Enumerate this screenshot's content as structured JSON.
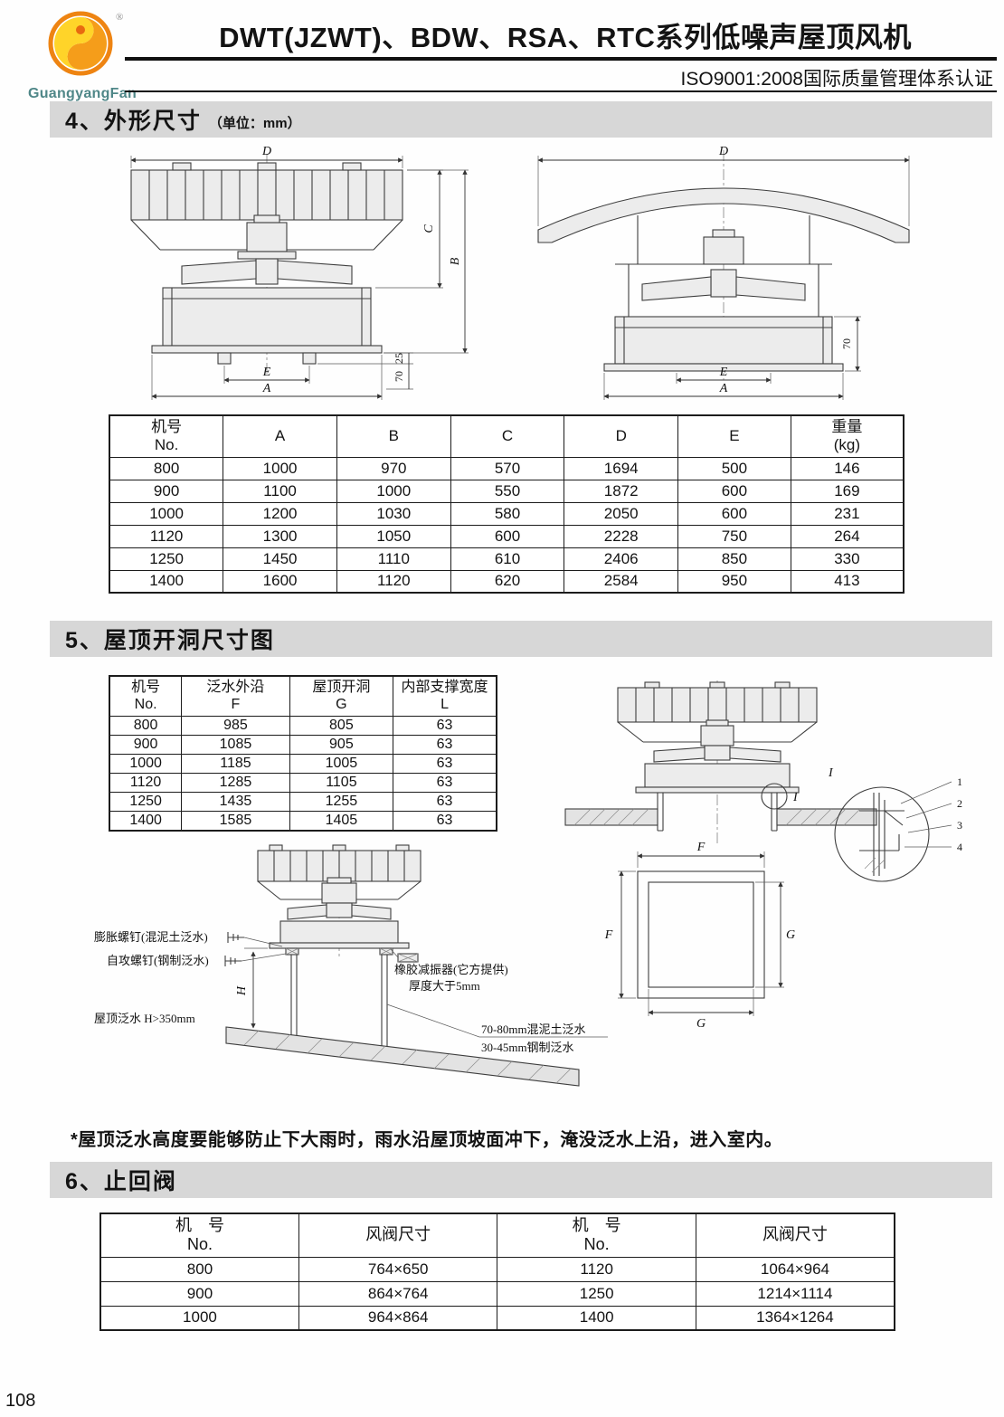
{
  "header": {
    "logo_name": "GuangyangFan",
    "reg_mark": "®",
    "title": "DWT(JZWT)、BDW、RSA、RTC系列低噪声屋顶风机",
    "subtitle": "ISO9001:2008国际质量管理体系认证"
  },
  "section4": {
    "heading": "4、外形尺寸",
    "unit": "（单位：mm）",
    "front_view": {
      "dim_d": "D",
      "dim_c": "C",
      "dim_b": "B",
      "dim_e": "E",
      "dim_a": "A",
      "dim_25": "25",
      "dim_70": "70"
    },
    "side_view": {
      "dim_d": "D",
      "dim_e": "E",
      "dim_a": "A",
      "dim_70": "70"
    },
    "table": {
      "h_no": "机号\nNo.",
      "h_a": "A",
      "h_b": "B",
      "h_c": "C",
      "h_d": "D",
      "h_e": "E",
      "h_w": "重量\n(kg)",
      "rows": [
        [
          "800",
          "1000",
          "970",
          "570",
          "1694",
          "500",
          "146"
        ],
        [
          "900",
          "1100",
          "1000",
          "550",
          "1872",
          "600",
          "169"
        ],
        [
          "1000",
          "1200",
          "1030",
          "580",
          "2050",
          "600",
          "231"
        ],
        [
          "1120",
          "1300",
          "1050",
          "600",
          "2228",
          "750",
          "264"
        ],
        [
          "1250",
          "1450",
          "1110",
          "610",
          "2406",
          "850",
          "330"
        ],
        [
          "1400",
          "1600",
          "1120",
          "620",
          "2584",
          "950",
          "413"
        ]
      ]
    }
  },
  "section5": {
    "heading": "5、屋顶开洞尺寸图",
    "table": {
      "h_no": "机号\nNo.",
      "h_f": "泛水外沿\nF",
      "h_g": "屋顶开洞\nG",
      "h_l": "内部支撑宽度\nL",
      "rows": [
        [
          "800",
          "985",
          "805",
          "63"
        ],
        [
          "900",
          "1085",
          "905",
          "63"
        ],
        [
          "1000",
          "1185",
          "1005",
          "63"
        ],
        [
          "1120",
          "1285",
          "1105",
          "63"
        ],
        [
          "1250",
          "1435",
          "1255",
          "63"
        ],
        [
          "1400",
          "1585",
          "1405",
          "63"
        ]
      ]
    },
    "roof_view": {
      "detail_mark": "I"
    },
    "detail_view": {
      "mark": "I",
      "n1": "1",
      "n2": "2",
      "n3": "3",
      "n4": "4"
    },
    "plan_view": {
      "dim_f_top": "F",
      "dim_f_left": "F",
      "dim_g_right": "G",
      "dim_g_bottom": "G"
    },
    "install_view": {
      "ann_expansion_bolt": "膨胀螺钉(混泥土泛水)",
      "ann_tapping_screw": "自攻螺钉(钢制泛水)",
      "ann_isolator": "橡胶减振器(它方提供)",
      "ann_thickness": "厚度大于5mm",
      "ann_flashing": "屋顶泛水 H>350mm",
      "dim_h": "H",
      "ann_concrete": "70-80mm混泥土泛水",
      "ann_steel": "30-45mm钢制泛水"
    },
    "note": "*屋顶泛水高度要能够防止下大雨时，雨水沿屋顶坡面冲下，淹没泛水上沿，进入室内。"
  },
  "section6": {
    "heading": "6、止回阀",
    "table": {
      "h_no": "机　号\nNo.",
      "h_size": "风阀尺寸",
      "rows": [
        [
          "800",
          "764×650",
          "1120",
          "1064×964"
        ],
        [
          "900",
          "864×764",
          "1250",
          "1214×1114"
        ],
        [
          "1000",
          "964×864",
          "1400",
          "1364×1264"
        ]
      ]
    }
  },
  "footer": {
    "page": "108"
  }
}
